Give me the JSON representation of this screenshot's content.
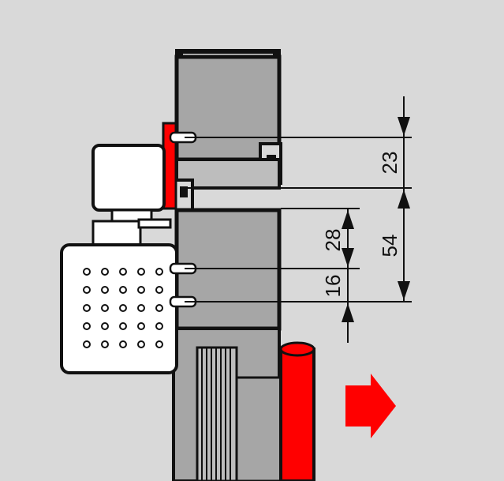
{
  "dimensions": {
    "d1": "23",
    "d2": "54",
    "d3": "28",
    "d4": "16"
  },
  "colors": {
    "background": "#d9d9d9",
    "frame_fill": "#a6a6a6",
    "frame_stroke": "#111111",
    "accent_red": "#ff0000",
    "white_part": "#ffffff"
  },
  "icons": {
    "arrow": "right-arrow-icon"
  }
}
